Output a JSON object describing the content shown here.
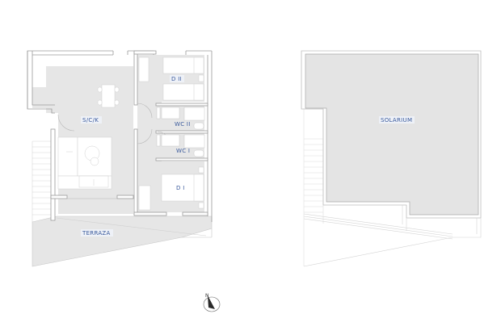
{
  "plan": {
    "colors": {
      "floor": "#e6e6e6",
      "wall": "#ffffff",
      "wall_stroke": "#9a9a9a",
      "line": "#c8c8c8",
      "label_text": "#3a5a9c",
      "furniture": "#ffffff"
    },
    "ground_floor": {
      "rooms": [
        {
          "id": "sck",
          "label": "S/C/K"
        },
        {
          "id": "d2",
          "label": "D II"
        },
        {
          "id": "wc2",
          "label": "WC II"
        },
        {
          "id": "wc1",
          "label": "WC I"
        },
        {
          "id": "d1",
          "label": "D I"
        },
        {
          "id": "terraza",
          "label": "TERRAZA"
        }
      ]
    },
    "roof": {
      "rooms": [
        {
          "id": "solarium",
          "label": "SOLARIUM"
        }
      ]
    },
    "compass": {
      "label": "N",
      "icon": "north-arrow-icon"
    }
  }
}
